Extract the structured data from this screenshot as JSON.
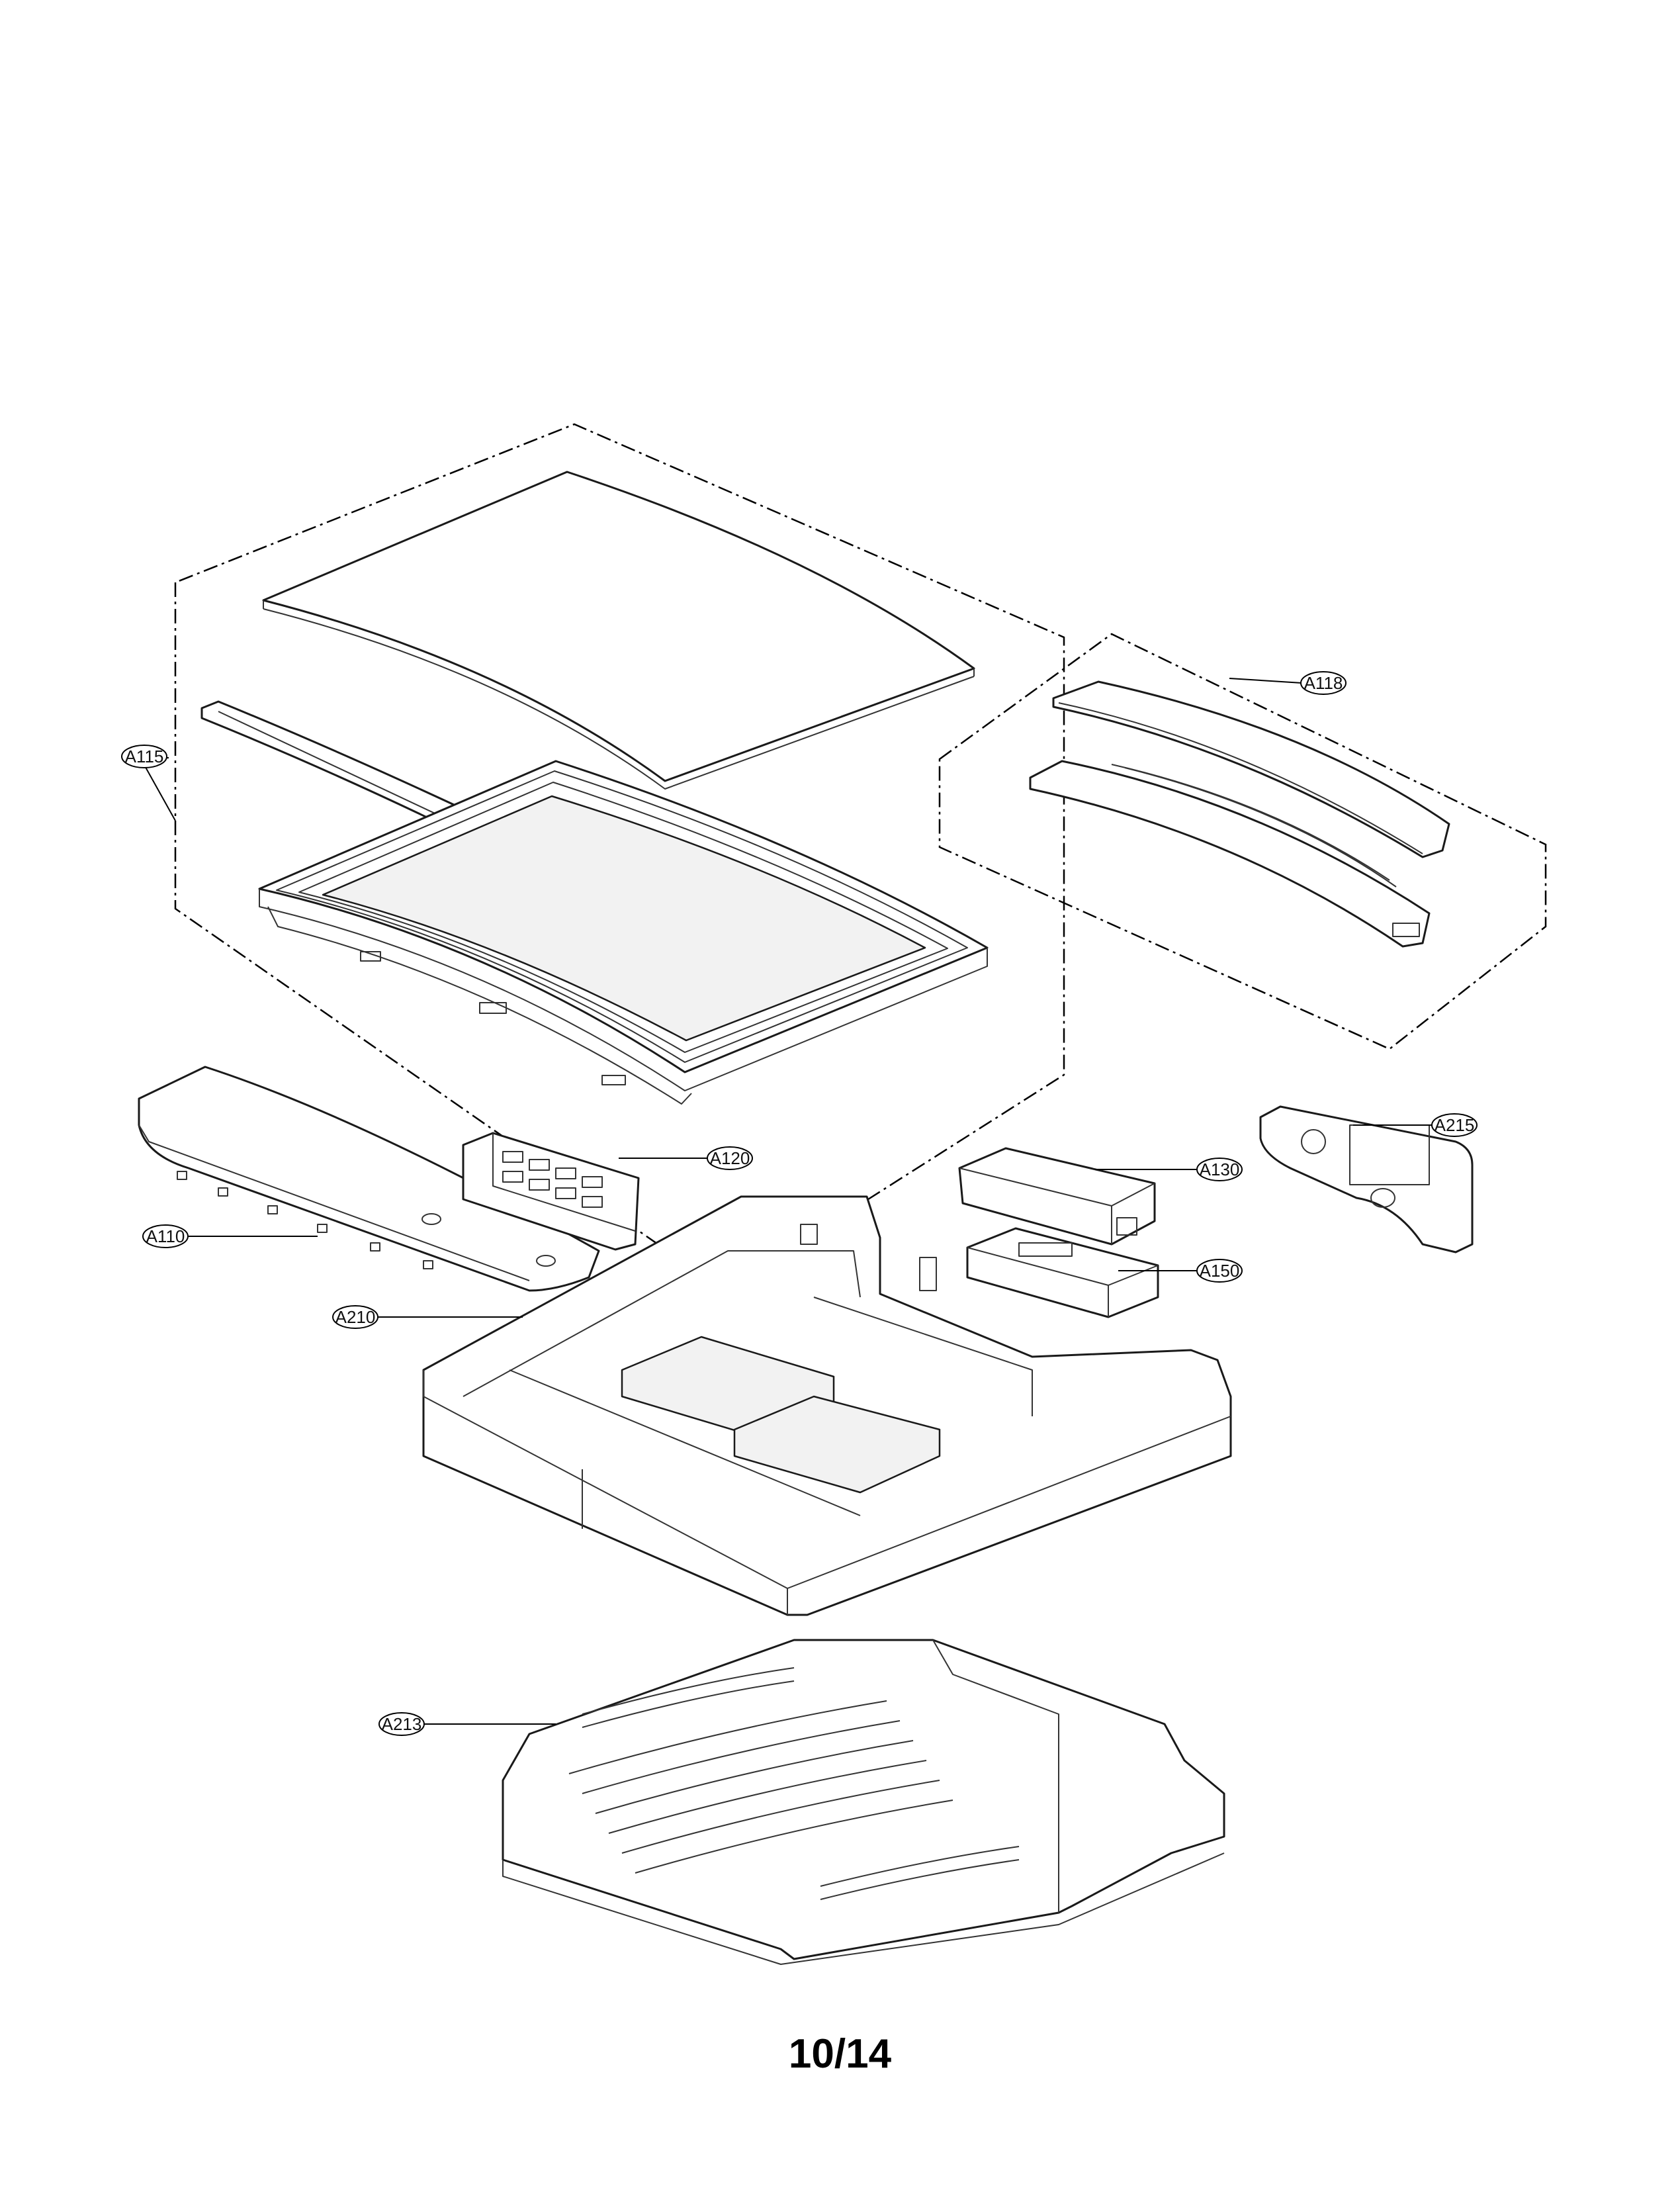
{
  "callouts": [
    {
      "id": "A115",
      "label": "A115"
    },
    {
      "id": "A118",
      "label": "A118"
    },
    {
      "id": "A120",
      "label": "A120"
    },
    {
      "id": "A110",
      "label": "A110"
    },
    {
      "id": "A130",
      "label": "A130"
    },
    {
      "id": "A150",
      "label": "A150"
    },
    {
      "id": "A215",
      "label": "A215"
    },
    {
      "id": "A210",
      "label": "A210"
    },
    {
      "id": "A213",
      "label": "A213"
    }
  ],
  "page_number": "10/14"
}
